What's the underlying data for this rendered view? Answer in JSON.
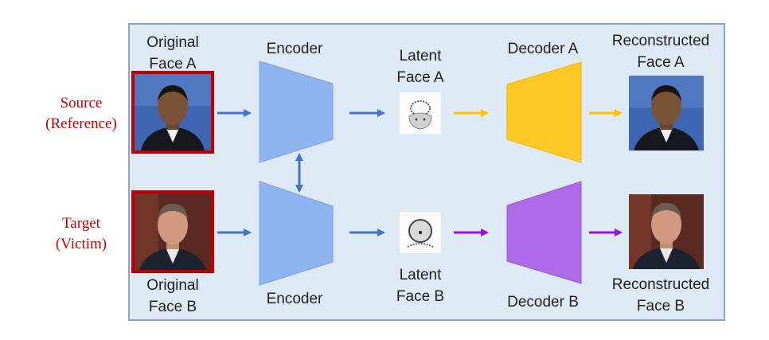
{
  "source_label": [
    "Source",
    "(Reference)"
  ],
  "target_label": [
    "Target",
    "(Victim)"
  ],
  "face_a_label": [
    "Original",
    "Face A"
  ],
  "face_b_label": [
    "Original",
    "Face B"
  ],
  "encoder_top": "Encoder",
  "encoder_bottom": "Encoder",
  "latent_a_label": [
    "Latent",
    "Face A"
  ],
  "latent_b_label": [
    "Latent",
    "Face B"
  ],
  "decoder_a": "Decoder A",
  "decoder_b": "Decoder B",
  "recon_a_label": [
    "Reconstructed",
    "Face A"
  ],
  "recon_b_label": [
    "Reconstructed",
    "Face B"
  ],
  "colors": {
    "encoder": "#8eb3ef",
    "decoder_a": "#ffc824",
    "decoder_b": "#ad69e6",
    "arrow_blue": "#4472c4",
    "arrow_yellow": "#ffc000",
    "arrow_purple": "#9a14d2",
    "source_red": "#c00000"
  }
}
